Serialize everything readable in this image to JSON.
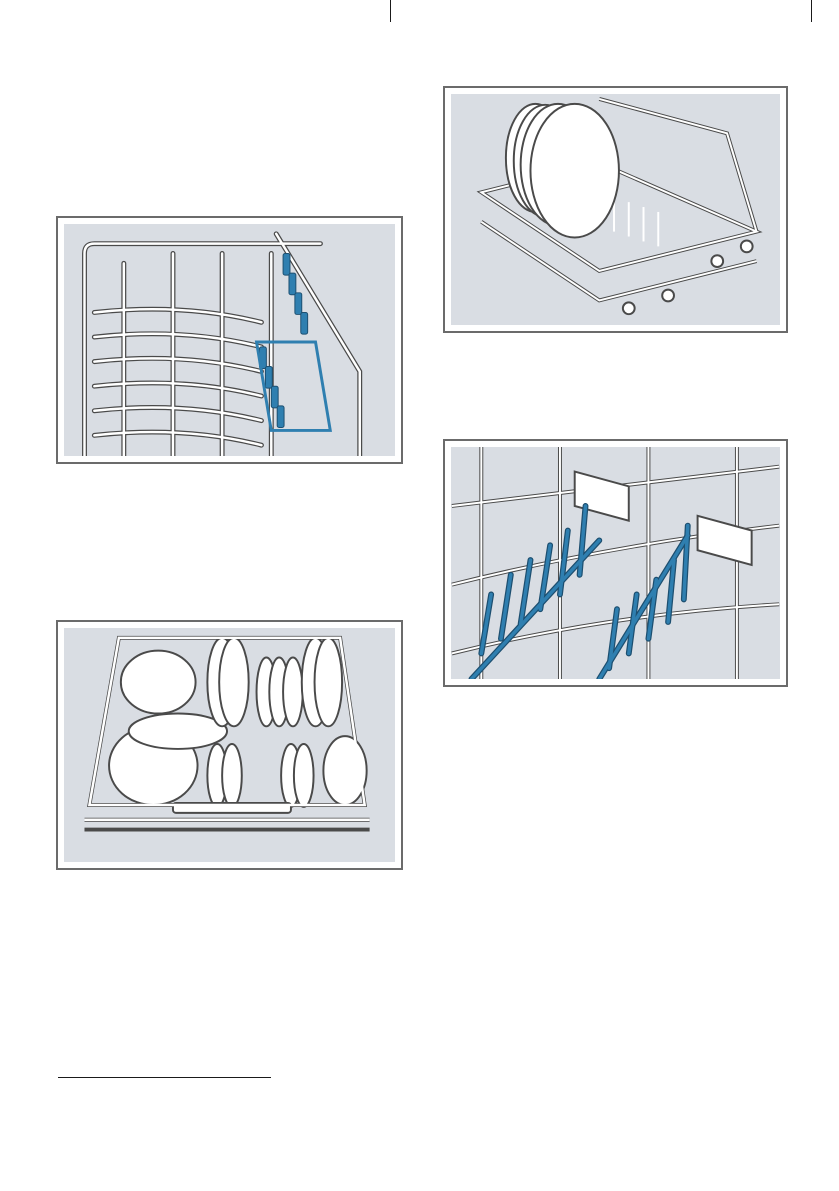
{
  "page": {
    "figures": [
      {
        "id": "cutlery-rack-detail",
        "icon": "cutlery-rack-icon"
      },
      {
        "id": "lower-basket-loaded",
        "icon": "dish-basket-icon"
      },
      {
        "id": "basket-with-plates",
        "icon": "plate-basket-icon"
      },
      {
        "id": "folding-spikes-detail",
        "icon": "folding-spikes-icon"
      }
    ],
    "colors": {
      "figure_background": "#d9dde3",
      "frame": "#6b6b6b",
      "wire": "#ffffff",
      "wire_outline": "#4a4a4a",
      "accent_blue": "#2f7fb0"
    }
  }
}
